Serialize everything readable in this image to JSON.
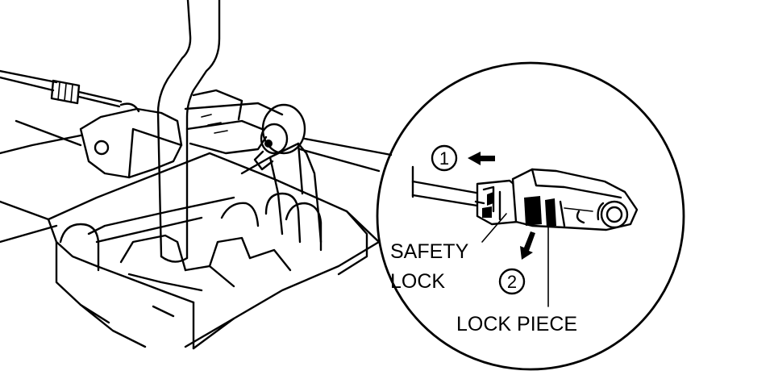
{
  "labels": {
    "step1": "1",
    "step2": "2",
    "safety_lock_line1": "SAFETY",
    "safety_lock_line2": "LOCK",
    "lock_piece": "LOCK PIECE"
  }
}
